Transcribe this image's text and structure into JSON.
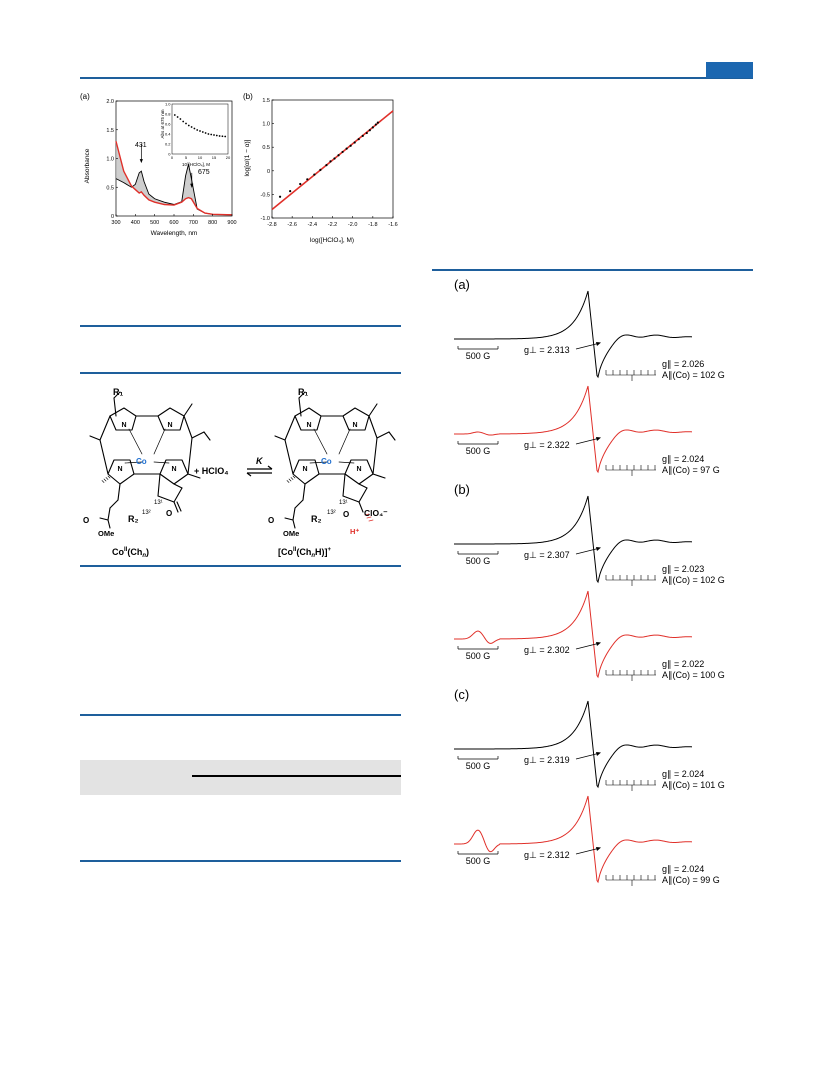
{
  "page": {
    "accent_color": "#1e5f9c",
    "tab_color": "#1c67b0"
  },
  "figure_spectra": {
    "panel_a": {
      "label": "(a)",
      "ylabel": "Absorbance",
      "xlabel": "Wavelength, nm",
      "xticks": [
        "300",
        "400",
        "500",
        "600",
        "700",
        "800",
        "900"
      ],
      "yticks": [
        "0",
        "0.5",
        "1.0",
        "1.5",
        "2.0"
      ],
      "peak_labels": [
        "431",
        "675"
      ],
      "inset": {
        "ylabel": "Abs at 675 nm",
        "xlabel": "10³[HClO₄], M",
        "xticks": [
          "0",
          "5",
          "10",
          "15",
          "20"
        ],
        "yticks": [
          "0",
          "0.2",
          "0.4",
          "0.6",
          "0.8",
          "1.0"
        ]
      }
    },
    "panel_b": {
      "label": "(b)",
      "ylabel": "log[α/(1 − α)]",
      "xlabel": "log([HClO₄], M)",
      "xticks": [
        "-2.8",
        "-2.6",
        "-2.4",
        "-2.2",
        "-2.0",
        "-1.8",
        "-1.6"
      ],
      "yticks": [
        "-1.0",
        "-0.5",
        "0",
        "0.5",
        "1.0",
        "1.5"
      ]
    }
  },
  "chart_data": [
    {
      "type": "line",
      "title": "",
      "xlabel": "Wavelength, nm",
      "ylabel": "Absorbance",
      "xlim": [
        300,
        900
      ],
      "ylim": [
        0,
        2.0
      ],
      "x": [
        300,
        340,
        380,
        400,
        420,
        431,
        445,
        470,
        500,
        550,
        600,
        640,
        660,
        675,
        690,
        720,
        760,
        800,
        900
      ],
      "series": [
        {
          "color": "#000000",
          "values": [
            0.65,
            0.58,
            0.5,
            0.55,
            0.75,
            0.78,
            0.6,
            0.38,
            0.3,
            0.24,
            0.2,
            0.25,
            0.7,
            0.9,
            0.65,
            0.12,
            0.05,
            0.03,
            0.02
          ]
        },
        {
          "color": "#e0302a",
          "values": [
            1.3,
            0.78,
            0.52,
            0.46,
            0.4,
            0.42,
            0.36,
            0.28,
            0.24,
            0.2,
            0.19,
            0.24,
            0.3,
            0.32,
            0.3,
            0.13,
            0.05,
            0.03,
            0.02
          ]
        }
      ],
      "annotations": [
        "431",
        "675"
      ]
    },
    {
      "type": "scatter",
      "title": "",
      "xlabel": "10³[HClO₄], M",
      "ylabel": "Abs at 675 nm",
      "xlim": [
        0,
        20
      ],
      "ylim": [
        0,
        1.0
      ],
      "x": [
        1,
        2,
        3,
        4,
        5,
        6,
        7,
        8,
        9,
        10,
        11,
        12,
        13,
        14,
        15,
        16,
        17,
        18,
        19
      ],
      "y": [
        0.78,
        0.74,
        0.7,
        0.65,
        0.61,
        0.57,
        0.54,
        0.51,
        0.48,
        0.46,
        0.44,
        0.42,
        0.4,
        0.39,
        0.38,
        0.37,
        0.36,
        0.355,
        0.35
      ]
    },
    {
      "type": "scatter",
      "title": "",
      "xlabel": "log([HClO₄], M)",
      "ylabel": "log[α/(1 − α)]",
      "xlim": [
        -2.8,
        -1.6
      ],
      "ylim": [
        -1.0,
        1.5
      ],
      "x": [
        -2.72,
        -2.62,
        -2.52,
        -2.45,
        -2.38,
        -2.32,
        -2.26,
        -2.22,
        -2.18,
        -2.14,
        -2.1,
        -2.06,
        -2.02,
        -1.98,
        -1.94,
        -1.9,
        -1.86,
        -1.83,
        -1.8,
        -1.77,
        -1.75
      ],
      "y": [
        -0.55,
        -0.43,
        -0.28,
        -0.18,
        -0.08,
        0.02,
        0.12,
        0.2,
        0.26,
        0.33,
        0.4,
        0.47,
        0.53,
        0.6,
        0.67,
        0.74,
        0.8,
        0.86,
        0.92,
        0.98,
        1.02
      ],
      "fit_line": {
        "x": [
          -2.8,
          -1.6
        ],
        "y": [
          -0.82,
          1.27
        ],
        "color": "#e0302a"
      }
    }
  ],
  "scheme": {
    "left_label": "Co(Ch)",
    "left_label_sup": "II",
    "left_label_sub": "n",
    "right_label": "[Co(Ch H)]",
    "right_label_plus": "+",
    "reagent": "+ HClO₄",
    "constant": "K",
    "r1": "R₁",
    "r2": "R₂",
    "metal": "Co",
    "n_atom": "N",
    "o_atom": "O",
    "ome": "OMe",
    "c131": "13¹",
    "c132": "13²",
    "proton": "H⁺",
    "counterion": "ClO₄⁻"
  },
  "epr": {
    "panels": [
      {
        "label": "(a)",
        "traces": [
          {
            "color": "#000000",
            "scale": "500 G",
            "g_perp": "g⊥ = 2.313",
            "g_par": "g∥ = 2.026",
            "a_par": "A∥(Co) = 102 G"
          },
          {
            "color": "#e0302a",
            "scale": "500 G",
            "g_perp": "g⊥ = 2.322",
            "g_par": "g∥ = 2.024",
            "a_par": "A∥(Co) = 97 G"
          }
        ]
      },
      {
        "label": "(b)",
        "traces": [
          {
            "color": "#000000",
            "scale": "500 G",
            "g_perp": "g⊥ = 2.307",
            "g_par": "g∥ = 2.023",
            "a_par": "A∥(Co) = 102 G"
          },
          {
            "color": "#e0302a",
            "scale": "500 G",
            "g_perp": "g⊥ = 2.302",
            "g_par": "g∥ = 2.022",
            "a_par": "A∥(Co) = 100 G"
          }
        ]
      },
      {
        "label": "(c)",
        "traces": [
          {
            "color": "#000000",
            "scale": "500 G",
            "g_perp": "g⊥ = 2.319",
            "g_par": "g∥ = 2.024",
            "a_par": "A∥(Co) = 101 G"
          },
          {
            "color": "#e0302a",
            "scale": "500 G",
            "g_perp": "g⊥ = 2.312",
            "g_par": "g∥ = 2.024",
            "a_par": "A∥(Co) = 99 G"
          }
        ]
      }
    ]
  }
}
